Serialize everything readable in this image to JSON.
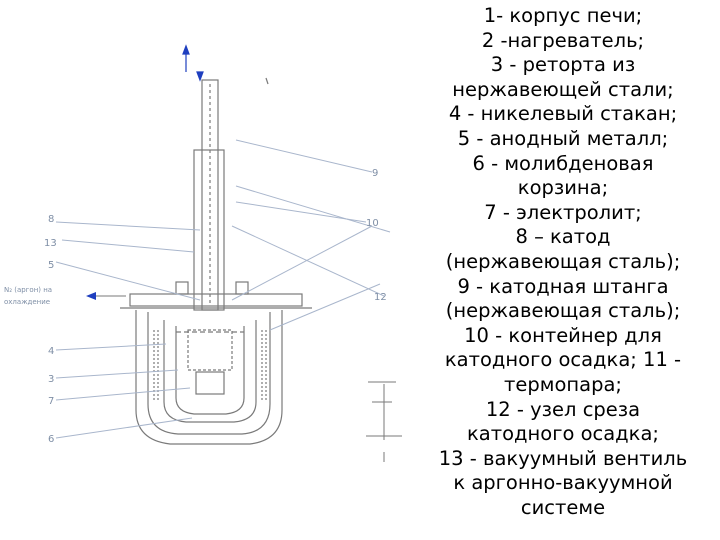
{
  "legend": {
    "lines": [
      "1- корпус печи;",
      "2 -нагреватель;",
      "3 - реторта из",
      "нержавеющей стали;",
      "4 - никелевый стакан;",
      "5 - анодный металл;",
      "6 - молибденовая",
      "корзина;",
      "7 - электролит;",
      "8 – катод",
      "(нержавеющая сталь);",
      "9 - катодная штанга",
      "(нержавеющая сталь);",
      "10 - контейнер для",
      "катодного осадка; 11 -",
      "термопара;",
      "12 - узел среза",
      "катодного осадка;",
      "13 - вакуумный вентиль",
      "к аргонно-вакуумной",
      "системе"
    ]
  },
  "diagram": {
    "labels": {
      "left_8": "8",
      "left_13": "13",
      "left_5": "5",
      "left_4": "4",
      "left_3": "3",
      "left_7": "7",
      "left_6": "6",
      "right_9": "9",
      "right_10": "10",
      "right_12": "12",
      "inlet_text_1": "N₂ (аргон) на",
      "inlet_text_2": "охлаждение"
    },
    "colors": {
      "drawing": "#7a7a7a",
      "leader": "#a9b6cc",
      "arrow": "#1f3fbf",
      "label": "#7f8fa6"
    }
  }
}
